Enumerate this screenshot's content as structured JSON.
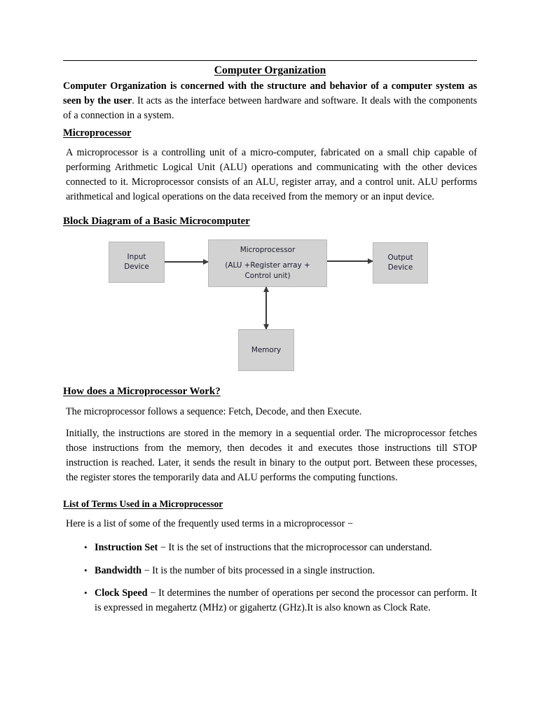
{
  "document": {
    "title": "Computer Organization",
    "intro": {
      "bold_lead": "Computer Organization",
      "bold_rest": " is concerned with the structure and behavior of a computer system as seen by the user",
      "normal": ". It acts as the interface between hardware and software. It deals with the components of a connection in a system."
    },
    "sections": {
      "microprocessor": {
        "heading": "Microprocessor",
        "body": "A microprocessor is a controlling unit of a micro-computer, fabricated on a small chip capable of performing Arithmetic Logical Unit (ALU) operations and communicating with the other devices connected to it. Microprocessor consists of an ALU, register array, and a control unit. ALU performs arithmetical and logical operations on the data received from the memory or an input device."
      },
      "block_diagram": {
        "heading": "Block Diagram of a Basic Microcomputer"
      },
      "how_it_works": {
        "heading": "How does a Microprocessor Work?",
        "para1": "The microprocessor follows a sequence: Fetch, Decode, and then Execute.",
        "para2": "Initially, the instructions are stored in the memory in a sequential order. The microprocessor fetches those instructions from the memory, then decodes it and executes those instructions till STOP instruction is reached. Later, it sends the result in binary to the output port. Between these processes, the register stores the temporarily data and ALU performs the computing functions."
      },
      "terms": {
        "heading": "List of Terms Used in a Microprocessor",
        "lead": "Here is a list of some of the frequently used terms in a microprocessor −",
        "items": [
          {
            "term": "Instruction Set",
            "separator": " − ",
            "description": "It is the set of instructions that the microprocessor can understand."
          },
          {
            "term": "Bandwidth",
            "separator": " − ",
            "description": "It is the number of bits processed in a single instruction."
          },
          {
            "term": "Clock Speed",
            "separator": " − ",
            "description": "It determines the number of operations per second the processor can perform. It is expressed in megahertz (MHz) or gigahertz (GHz).It is also known as Clock Rate."
          }
        ]
      }
    },
    "diagram": {
      "boxes": {
        "input": {
          "line1": "Input",
          "line2": "Device"
        },
        "microprocessor": {
          "line1": "Microprocessor",
          "line2": "(ALU +Register array +",
          "line3": "Control unit)"
        },
        "output": {
          "line1": "Output",
          "line2": "Device"
        },
        "memory": {
          "line1": "Memory"
        }
      },
      "box_fill_color": "#d2d2d2",
      "arrow_color": "#3a3a3a"
    }
  }
}
